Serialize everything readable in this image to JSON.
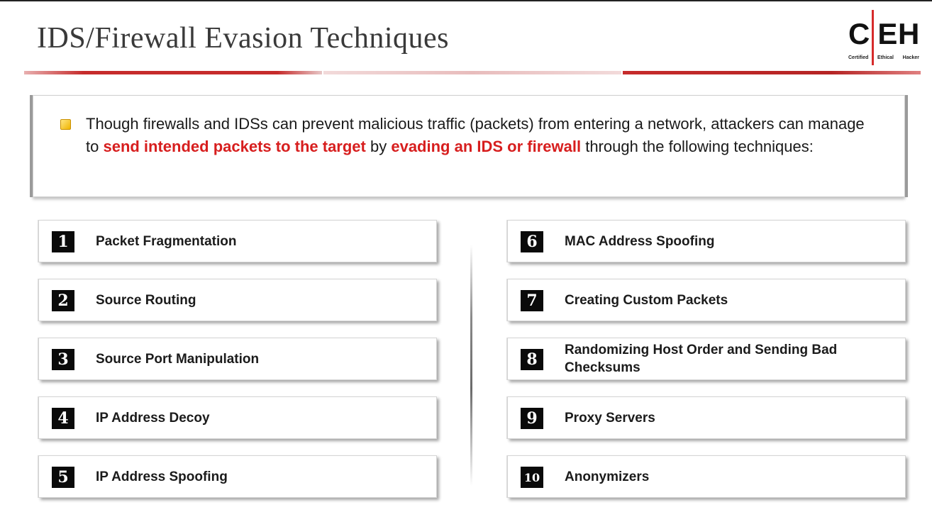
{
  "title": "IDS/Firewall Evasion Techniques",
  "logo": {
    "letters": [
      "C",
      "E",
      "H"
    ],
    "sub": [
      "Certified",
      "Ethical",
      "Hacker"
    ]
  },
  "intro": {
    "part1": "Though firewalls and IDSs can prevent malicious traffic (packets) from entering a network, attackers can manage to ",
    "highlight1": "send intended packets to the target",
    "part2": " by ",
    "highlight2": "evading an IDS or firewall",
    "part3": " through the following techniques:"
  },
  "colors": {
    "accent": "#d71e1e",
    "bullet": "#f0b400"
  },
  "techniques": [
    {
      "number": "1",
      "label": "Packet Fragmentation"
    },
    {
      "number": "2",
      "label": "Source Routing"
    },
    {
      "number": "3",
      "label": "Source Port Manipulation"
    },
    {
      "number": "4",
      "label": "IP Address Decoy"
    },
    {
      "number": "5",
      "label": "IP Address Spoofing"
    },
    {
      "number": "6",
      "label": "MAC Address Spoofing"
    },
    {
      "number": "7",
      "label": "Creating Custom Packets"
    },
    {
      "number": "8",
      "label": "Randomizing Host Order and Sending Bad Checksums"
    },
    {
      "number": "9",
      "label": "Proxy Servers"
    },
    {
      "number": "10",
      "label": "Anonymizers"
    }
  ]
}
